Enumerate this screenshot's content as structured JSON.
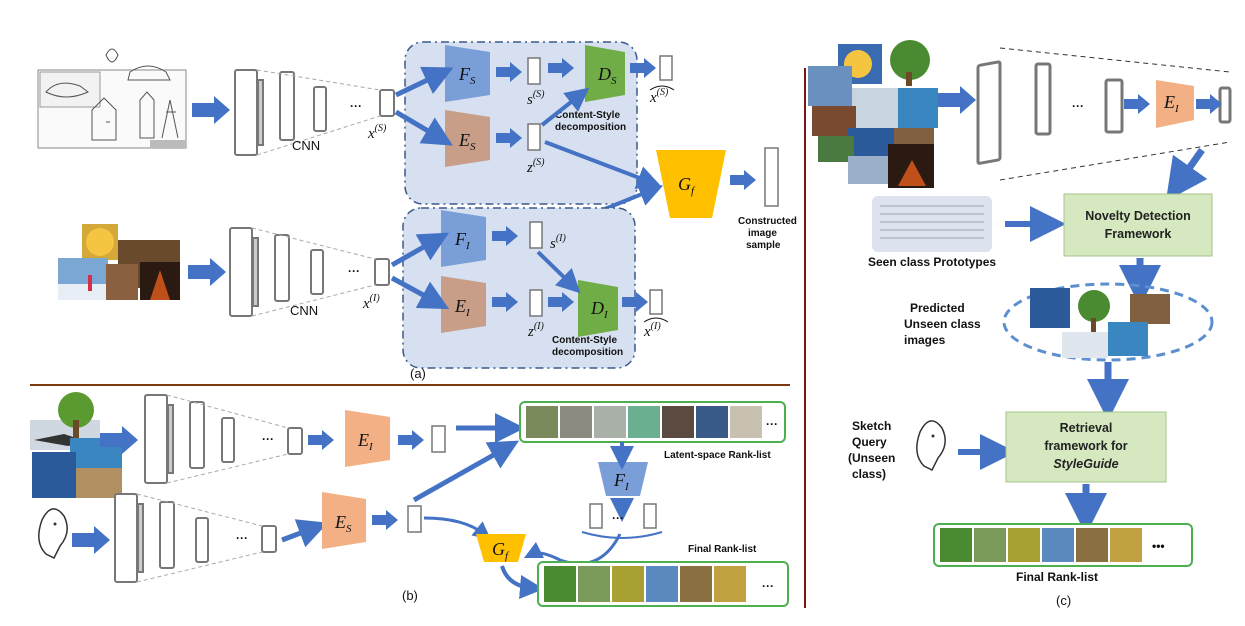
{
  "panels": {
    "a": {
      "caption": "(a)",
      "cnn_label_top": "CNN",
      "cnn_label_bottom": "CNN",
      "ellipsis": "···",
      "x_s": "x",
      "x_s_sup": "(S)",
      "x_i": "x",
      "x_i_sup": "(I)",
      "F_S": "F",
      "F_S_sub": "S",
      "E_S": "E",
      "E_S_sub": "S",
      "D_S": "D",
      "D_S_sub": "S",
      "F_I": "F",
      "F_I_sub": "I",
      "E_I": "E",
      "E_I_sub": "I",
      "D_I": "D",
      "D_I_sub": "I",
      "G_f": "G",
      "G_f_sub": "f",
      "s_s": "s",
      "s_s_sup": "(S)",
      "z_s": "z",
      "z_s_sup": "(S)",
      "s_i": "s",
      "s_i_sup": "(I)",
      "z_i": "z",
      "z_i_sup": "(I)",
      "xhat_s": "x",
      "xhat_s_sup": "(S)",
      "xhat_i": "x",
      "xhat_i_sup": "(I)",
      "decomp_top_1": "Content-Style",
      "decomp_top_2": "decomposition",
      "decomp_bot_1": "Content-Style",
      "decomp_bot_2": "decomposition",
      "constructed_1": "Constructed",
      "constructed_2": "image",
      "constructed_3": "sample"
    },
    "b": {
      "caption": "(b)",
      "E_I": "E",
      "E_I_sub": "I",
      "E_S": "E",
      "E_S_sub": "S",
      "F_I": "F",
      "F_I_sub": "I",
      "G_f": "G",
      "G_f_sub": "f",
      "ellipsis": "···",
      "latent_rank": "Latent-space Rank-list",
      "final_rank": "Final Rank-list"
    },
    "c": {
      "caption": "(c)",
      "E_I": "E",
      "E_I_sub": "I",
      "ellipsis": "···",
      "seen_prototypes": "Seen class Prototypes",
      "novelty_1": "Novelty Detection",
      "novelty_2": "Framework",
      "predicted_1": "Predicted",
      "predicted_2": "Unseen class",
      "predicted_3": "images",
      "sketch_1": "Sketch",
      "sketch_2": "Query",
      "sketch_3": "(Unseen",
      "sketch_4": "class)",
      "retrieval_1": "Retrieval",
      "retrieval_2": "framework for",
      "retrieval_3": "StyleGuide",
      "rank_dots": "•••",
      "final_rank": "Final Rank-list"
    }
  },
  "colors": {
    "arrow": "#4472c4",
    "blue_box": "#7a9fd8",
    "orange_box": "#f2b084",
    "brown_box": "#c99e88",
    "green_box": "#70ad47",
    "gold_box": "#ffc000",
    "panel_bg": "#d6e0f0",
    "green_frame": "#4caf50",
    "light_green": "#d5e8c0",
    "divider_h": "#7b3a10",
    "divider_v": "#7b1515"
  }
}
